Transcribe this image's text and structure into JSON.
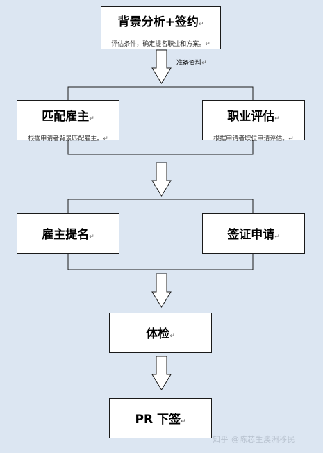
{
  "nodes": {
    "background": {
      "title": "背景分析+签约",
      "subtitle": "评估条件，确定提名职业和方案。"
    },
    "employer_match": {
      "title": "匹配雇主",
      "subtitle": "根据申请者背景匹配雇主。"
    },
    "occupation_assess": {
      "title": "职业评估",
      "subtitle": "根据申请者职位申请评估。"
    },
    "employer_nominate": {
      "title": "雇主提名"
    },
    "visa_apply": {
      "title": "签证申请"
    },
    "medical": {
      "title": "体检"
    },
    "pr_grant": {
      "title": "PR 下签"
    }
  },
  "annotations": {
    "prepare_docs": "准备资料"
  },
  "watermark": "知乎 @陈芯生澳洲移民",
  "paragraph_mark": "↵",
  "colors": {
    "background": "#dce6f2",
    "box_fill": "#ffffff",
    "stroke": "#1a1a1a"
  }
}
